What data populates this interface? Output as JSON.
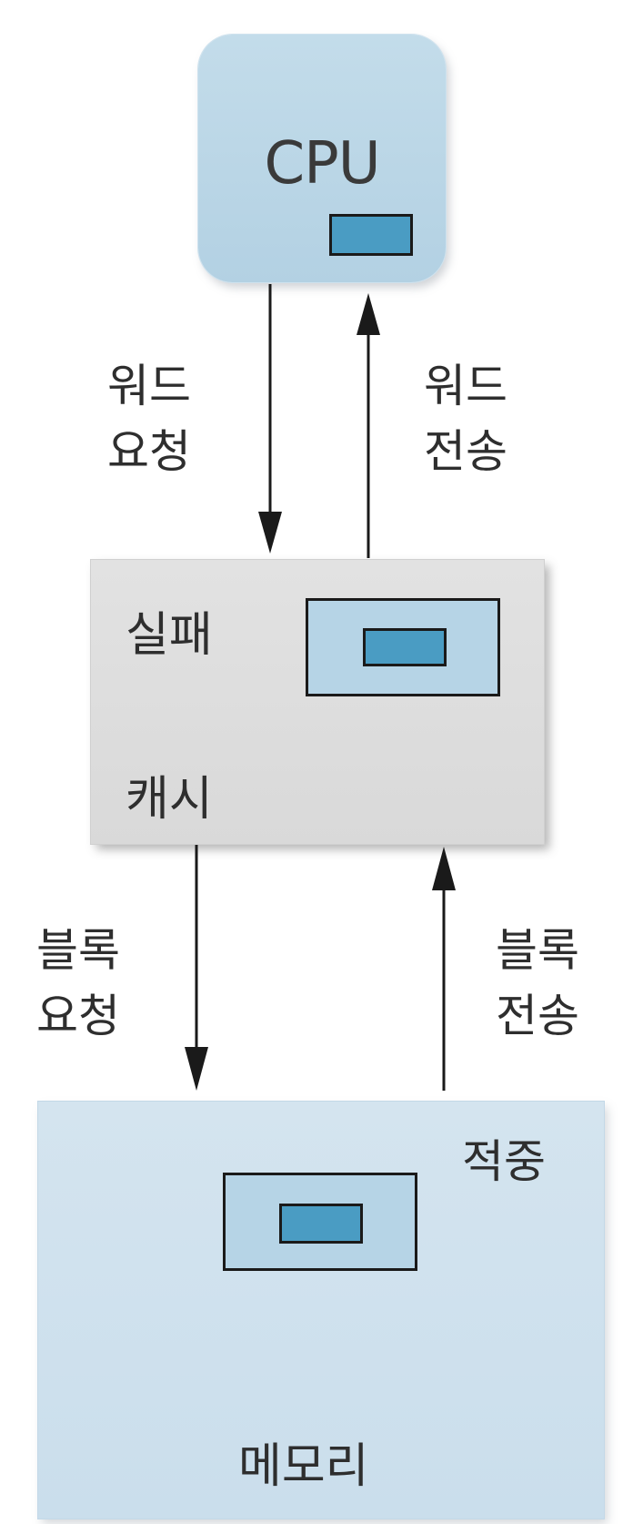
{
  "cpu": {
    "label": "CPU"
  },
  "cache": {
    "status": "실패",
    "label": "캐시"
  },
  "memory": {
    "status": "적중",
    "label": "메모리"
  },
  "arrows": {
    "word_request": {
      "line1": "워드",
      "line2": "요청"
    },
    "word_transfer": {
      "line1": "워드",
      "line2": "전송"
    },
    "block_request": {
      "line1": "블록",
      "line2": "요청"
    },
    "block_transfer": {
      "line1": "블록",
      "line2": "전송"
    }
  },
  "colors": {
    "cpu_fill": "#b3d1e3",
    "cache_fill": "#d9d9d9",
    "memory_fill": "#cadeec",
    "block_fill": "#b6d4e6",
    "word_fill": "#4a9cc3"
  }
}
